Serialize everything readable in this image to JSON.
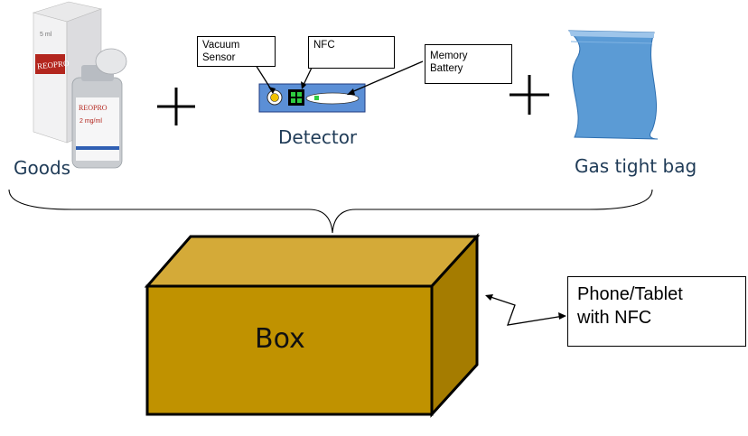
{
  "labels": {
    "goods": "Goods",
    "detector": "Detector",
    "gas_bag": "Gas tight bag",
    "box": "Box",
    "device": "Phone/Tablet\nwith NFC"
  },
  "vial": {
    "carton_brand": "REOPRO",
    "vial_brand": "REOPRO",
    "concentration": "2 mg/ml",
    "volume": "5 ml"
  },
  "callouts": {
    "vacuum_sensor": "Vacuum\nSensor",
    "nfc": "NFC",
    "memory_battery": "Memory\nBattery"
  },
  "colors": {
    "label_text": "#1f3b57",
    "box_front": "#c09200",
    "box_top": "#d4aa38",
    "box_side": "#a57c00",
    "detector_board": "#5b8fd6",
    "bag": "#5b9bd5"
  }
}
